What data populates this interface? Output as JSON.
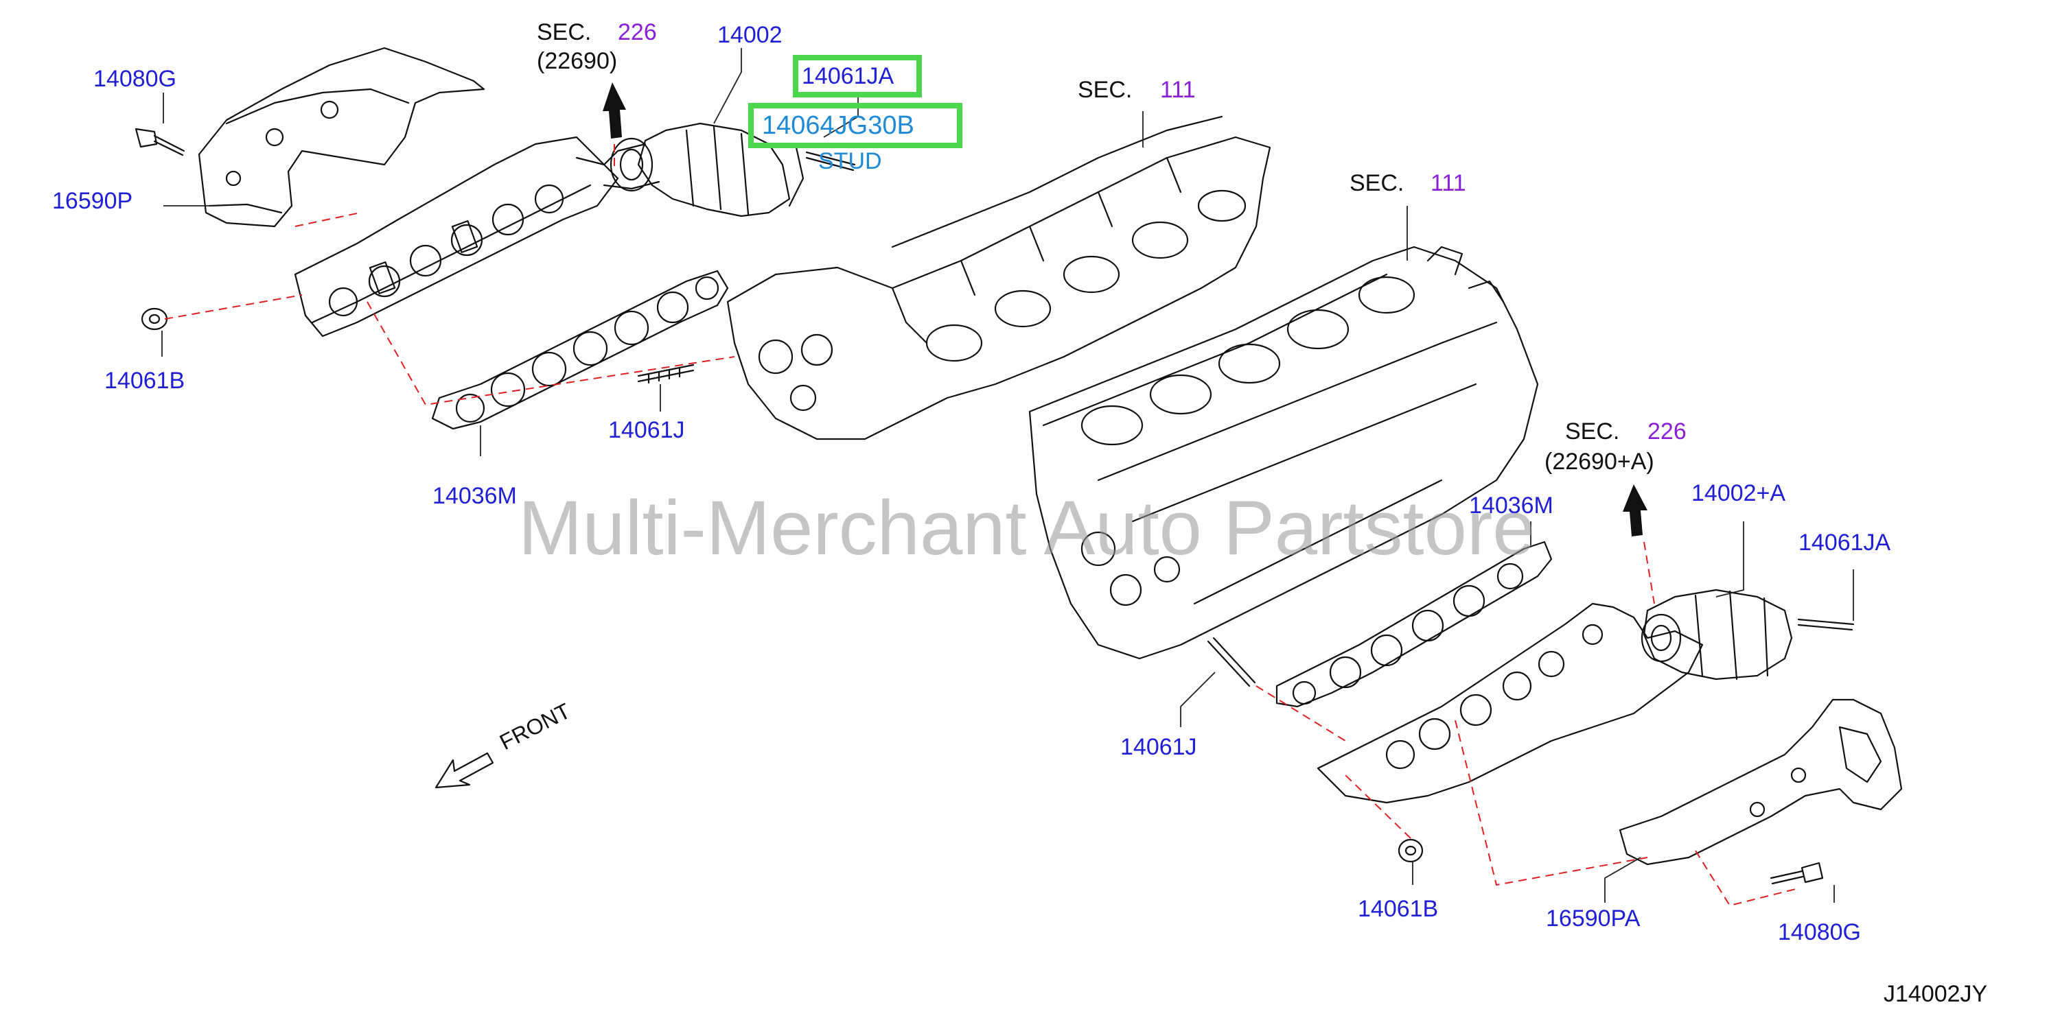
{
  "diagram": {
    "code": "J14002JY",
    "front_label": "FRONT",
    "watermark": "Multi-Merchant Auto Partstore",
    "sections": [
      {
        "prefix": "SEC.",
        "num": "226",
        "sub": "(22690)"
      },
      {
        "prefix": "SEC.",
        "num": "111"
      },
      {
        "prefix": "SEC.",
        "num": "111"
      },
      {
        "prefix": "SEC.",
        "num": "226",
        "sub": "(22690+A)"
      }
    ],
    "parts": {
      "p14080g_left": "14080G",
      "p16590p": "16590P",
      "p14061b_left": "14061B",
      "p14036m_left": "14036M",
      "p14061j_left": "14061J",
      "p14002": "14002",
      "p14061ja_top": "14061JA",
      "p14064jg30b": "14064JG30B",
      "stud": "STUD",
      "p14036m_right": "14036M",
      "p14002a": "14002+A",
      "p14061ja_right": "14061JA",
      "p14061j_right": "14061J",
      "p14061b_right": "14061B",
      "p16590pa": "16590PA",
      "p14080g_right": "14080G"
    },
    "colors": {
      "part_label": "#1f1fd6",
      "section_number": "#8a1fd6",
      "highlight": "#4cd64c",
      "stud_label": "#1f8bd6",
      "dashed_line": "#e02020"
    }
  }
}
